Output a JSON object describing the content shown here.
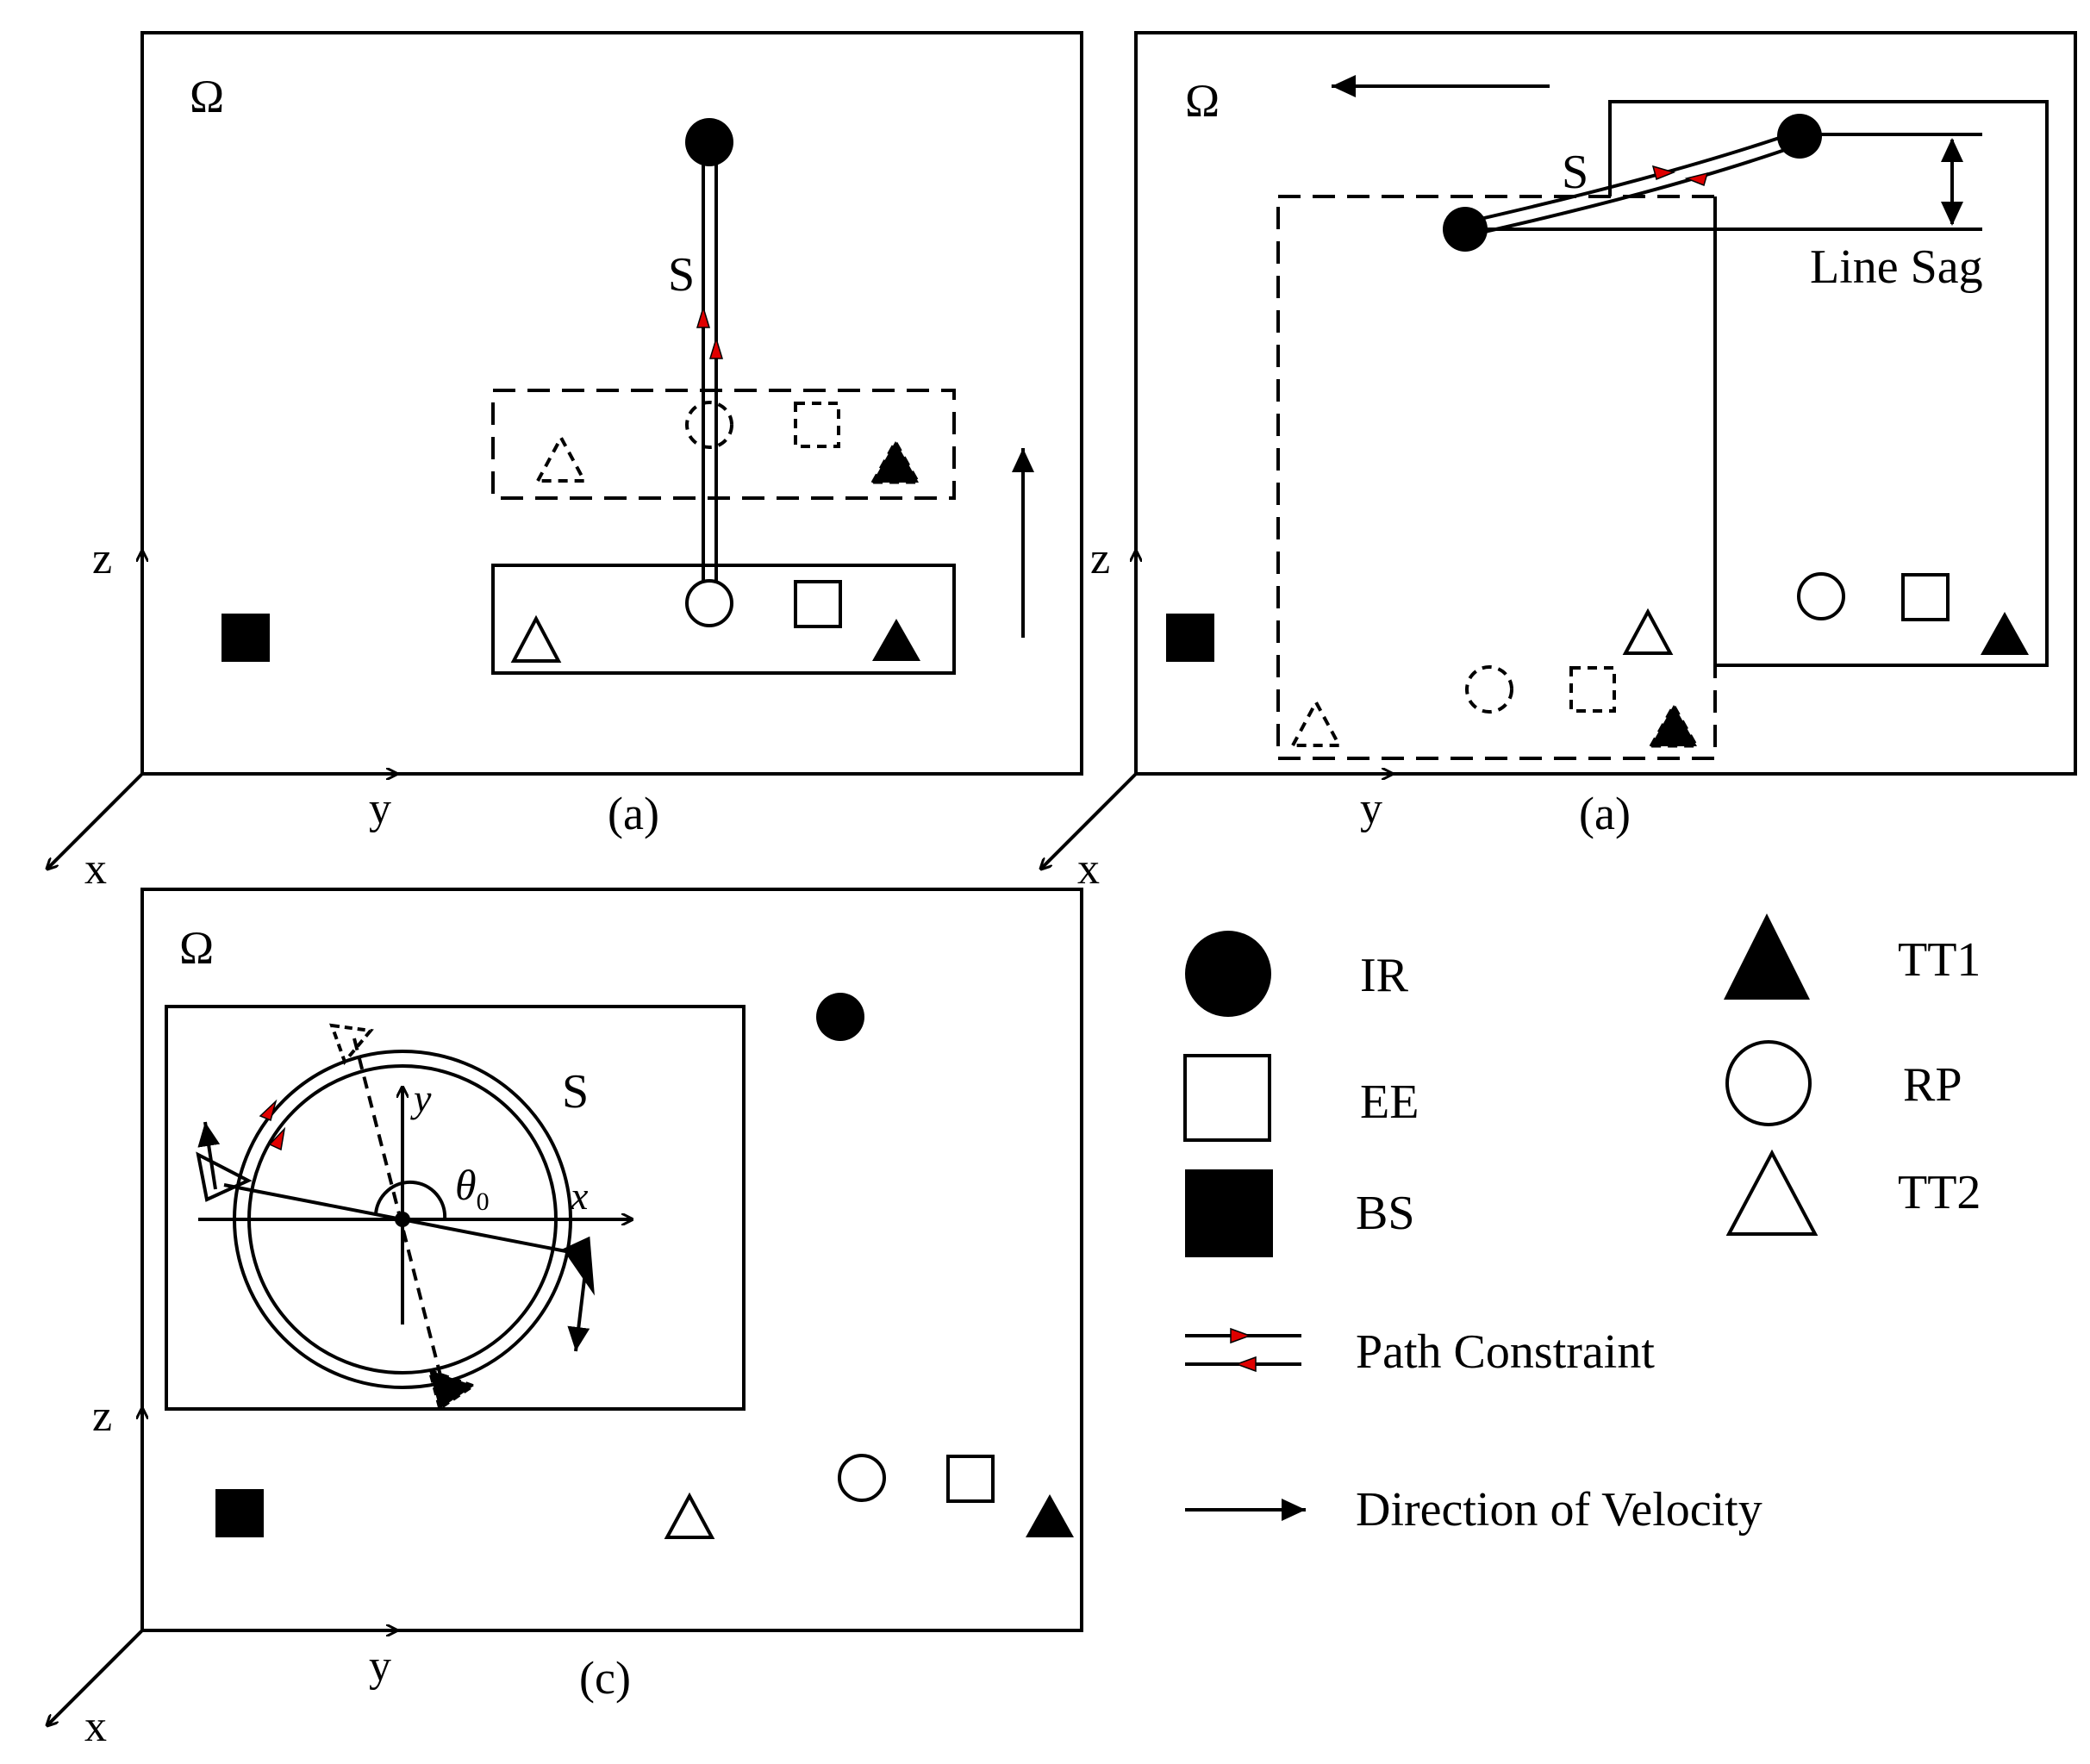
{
  "panels": {
    "a1": {
      "omega": "Ω",
      "s_label": "S",
      "caption": "(a)",
      "axis_z": "z",
      "axis_y": "y",
      "axis_x": "x"
    },
    "a2": {
      "omega": "Ω",
      "s_label": "S",
      "caption": "(a)",
      "axis_z": "z",
      "axis_y": "y",
      "axis_x": "x",
      "sag_label": "Line Sag"
    },
    "c": {
      "omega": "Ω",
      "s_label": "S",
      "caption": "(c)",
      "axis_z": "z",
      "axis_y": "y",
      "axis_x": "x",
      "inner_y": "y",
      "inner_x": "x",
      "theta_symbol": "θ",
      "theta_sub": "0"
    }
  },
  "legend": {
    "items": [
      {
        "symbol": "filled-circle",
        "label": "IR"
      },
      {
        "symbol": "empty-square",
        "label": "EE"
      },
      {
        "symbol": "filled-square",
        "label": "BS"
      },
      {
        "symbol": "filled-triangle",
        "label": "TT1"
      },
      {
        "symbol": "empty-circle",
        "label": "RP"
      },
      {
        "symbol": "empty-triangle",
        "label": "TT2"
      },
      {
        "symbol": "path-constraint",
        "label": "Path Constraint"
      },
      {
        "symbol": "arrow",
        "label": "Direction of Velocity"
      }
    ]
  },
  "colors": {
    "ink": "#000000",
    "constraint_arrow": "#e00000"
  }
}
